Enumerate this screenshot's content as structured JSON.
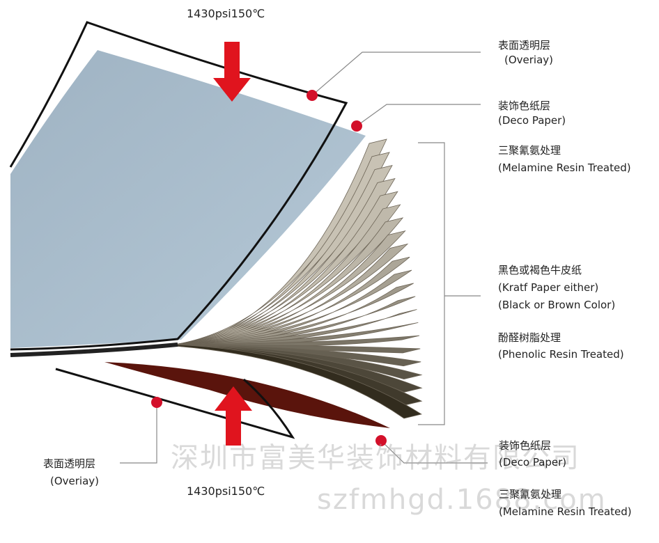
{
  "pressure_top": "1430psi150℃",
  "pressure_bottom": "1430psi150℃",
  "labels": {
    "overlay_top_cn": "表面透明层",
    "overlay_top_en": "(Overiay)",
    "deco_top_cn": "装饰色纸层",
    "deco_top_en": "(Deco Paper)",
    "melamine_top_cn": "三聚氰氨处理",
    "melamine_top_en": "(Melamine Resin Treated)",
    "kraft_cn": "黑色或褐色牛皮纸",
    "kraft_en1": "(Kratf Paper either)",
    "kraft_en2": "(Black or Brown Color)",
    "phenolic_cn": "酚醛树脂处理",
    "phenolic_en": "(Phenolic Resin Treated)",
    "deco_bottom_cn": "装饰色纸层",
    "deco_bottom_en": "(Deco Paper)",
    "melamine_bottom_cn": "三聚氰氨处理",
    "melamine_bottom_en": "(Melamine Resin Treated)",
    "overlay_bottom_cn": "表面透明层",
    "overlay_bottom_en": "(Overiay)"
  },
  "watermark": {
    "company": "深圳市富美华装饰材料有限公司",
    "site": "szfmhgd.1688.com"
  },
  "colors": {
    "arrow": "#e0141e",
    "dot": "#d3102a",
    "deco_paper": "#a9bccb",
    "kraft": "#c8c0ae",
    "brown_layer": "#5a140c"
  }
}
